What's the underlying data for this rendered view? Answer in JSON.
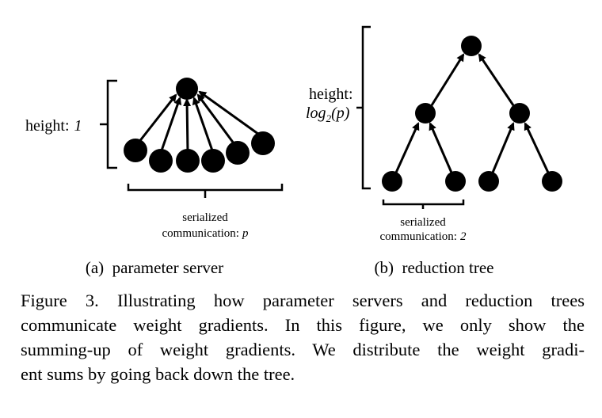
{
  "panel_a": {
    "height_label": "height:",
    "height_value": "1",
    "serialized_label": "serialized",
    "communication_label": "communication:",
    "communication_value": "p",
    "subcaption": "(a)  parameter server"
  },
  "panel_b": {
    "height_label": "height:",
    "height_value_base": "log",
    "height_value_sub": "2",
    "height_value_arg": "(p)",
    "serialized_label": "serialized",
    "communication_label": "communication:",
    "communication_value": "2",
    "subcaption": "(b)  reduction tree"
  },
  "figure_caption": {
    "lines": [
      "Figure 3. Illustrating how parameter servers and reduction trees",
      "communicate weight gradients.  In this figure, we only show the",
      "summing-up of weight gradients.  We distribute the weight gradi-",
      "ent sums by going back down the tree."
    ]
  }
}
